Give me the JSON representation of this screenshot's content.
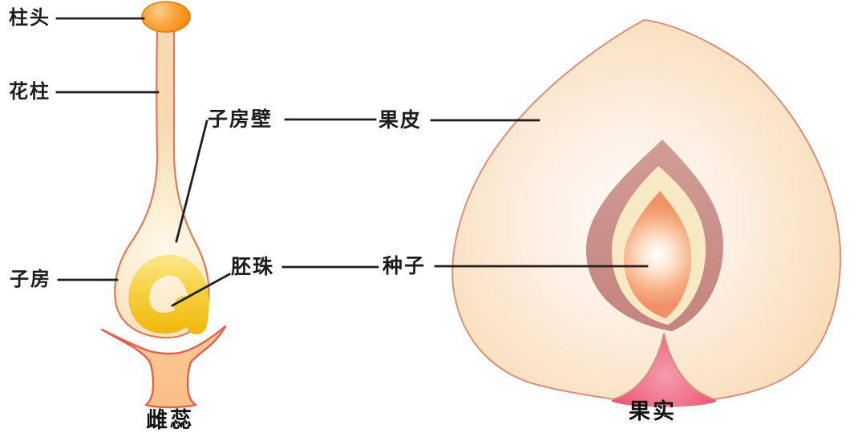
{
  "figure": {
    "pistil": {
      "caption": "雌蕊",
      "labels": {
        "stigma": "柱头",
        "style": "花柱",
        "ovary": "子房",
        "ovary_wall": "子房壁",
        "ovule": "胚珠"
      }
    },
    "fruit": {
      "caption": "果实",
      "labels": {
        "pericarp": "果皮",
        "seed": "种子"
      }
    },
    "colors": {
      "stigma_orange": "#F6941B",
      "tissue_cream": "#FBE8C6",
      "outline_salmon": "#DF7A5B",
      "ovule_gold": "#F2BB12",
      "receptacle_orange": "#FBC28C",
      "flesh_peach": "#F6D5A8",
      "flesh_outline": "#D8907C",
      "pit_mauve": "#C98E87",
      "pit_inner_cream": "#F8E9C5",
      "seed_salmon": "#F09168",
      "base_pink": "#EC4D6B",
      "leader_line": "#1f1f1f"
    }
  }
}
